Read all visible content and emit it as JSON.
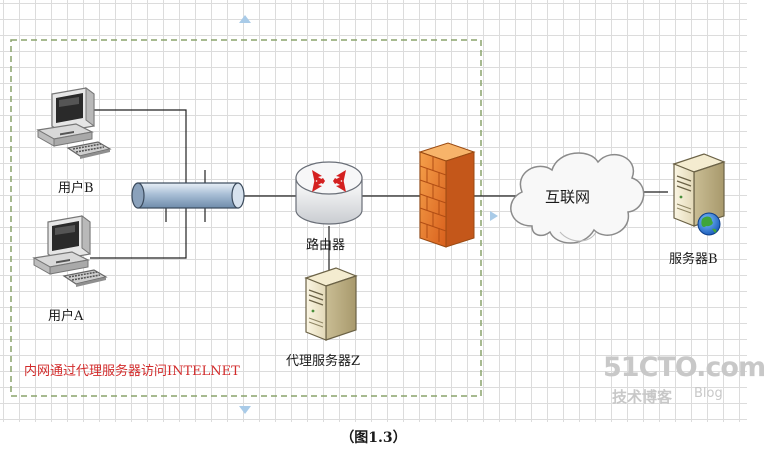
{
  "labels": {
    "user_b": "用户B",
    "user_a": "用户A",
    "router": "路由器",
    "proxy_server": "代理服务器Z",
    "internet": "互联网",
    "server_b": "服务器B",
    "zone": "内网通过代理服务器访问INTELNET"
  },
  "watermark": {
    "brand": "51CTO.com",
    "tagline": "技术博客",
    "blog": "Blog"
  },
  "caption": "（图1.3）",
  "colors": {
    "zone_text": "#d22b2b",
    "zone_border": "#8aa36b",
    "hub": "#9db4cc",
    "firewall": "#e8782a",
    "router_arrow": "#d42020"
  },
  "icons": [
    "computer-icon",
    "hub-icon",
    "router-icon",
    "server-icon",
    "firewall-icon",
    "cloud-icon",
    "globe-icon"
  ]
}
